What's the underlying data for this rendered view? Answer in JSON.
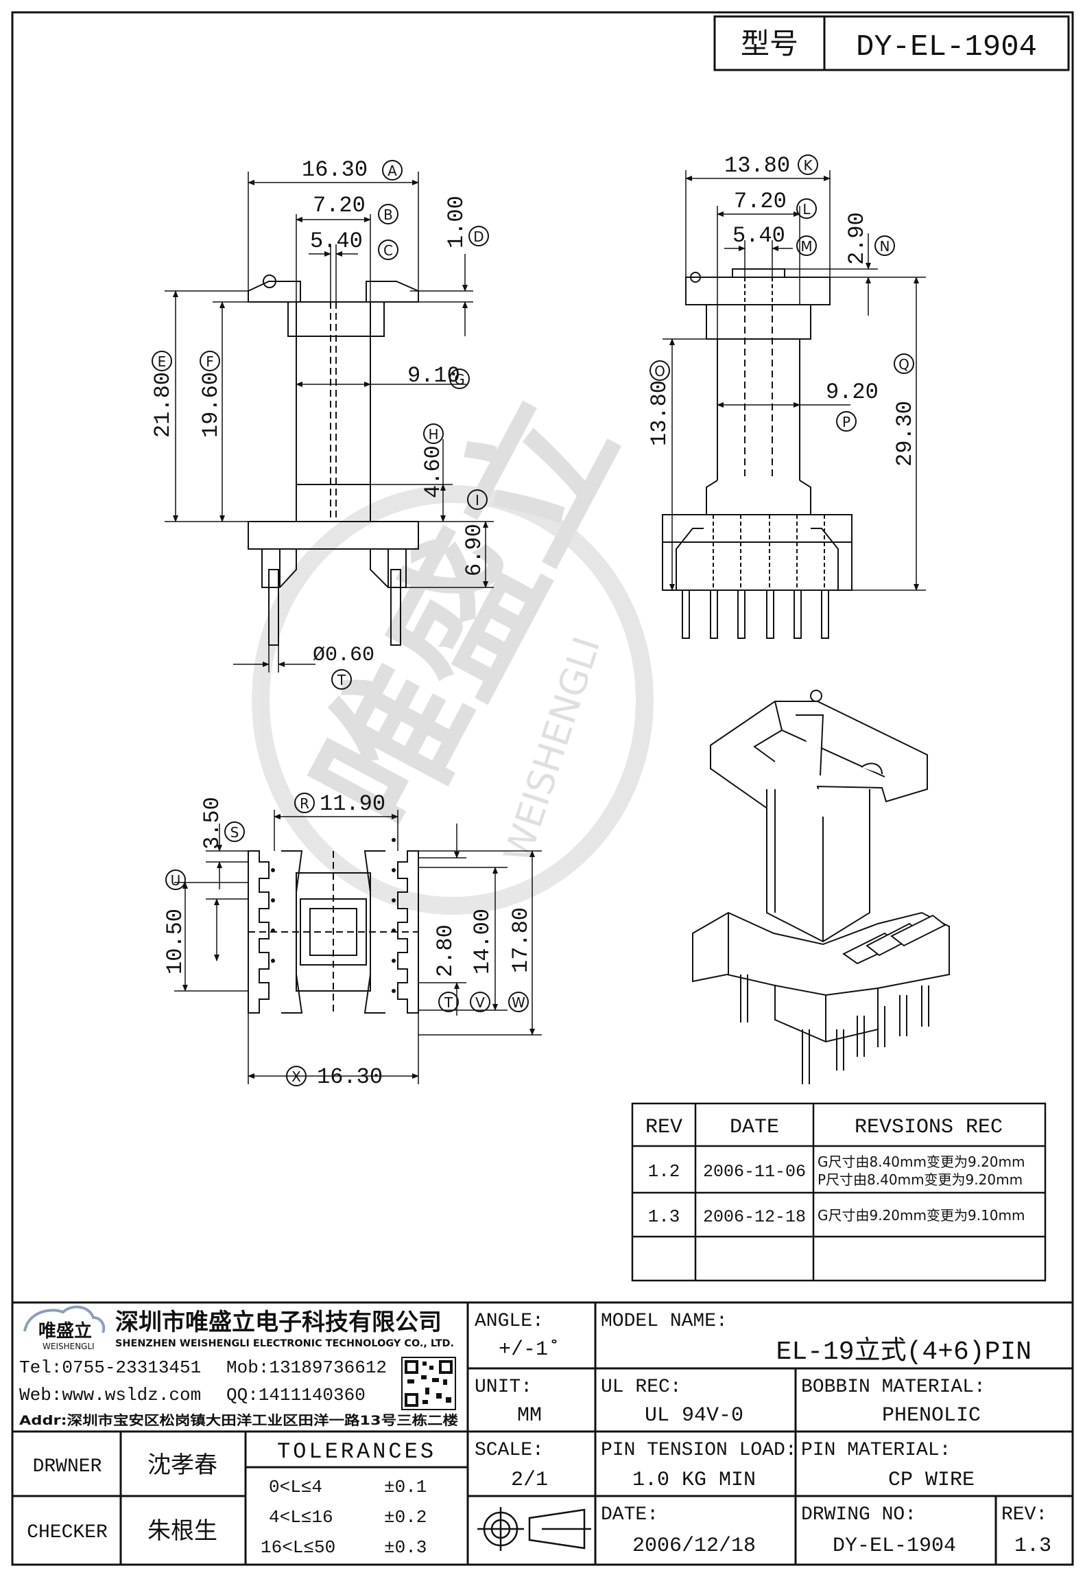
{
  "header": {
    "model_label": "型号",
    "model_value": "DY-EL-1904"
  },
  "dimensions": {
    "A": "16.30",
    "B": "7.20",
    "C": "5.40",
    "D": "1.00",
    "E": "21.80",
    "F": "19.60",
    "G": "9.10",
    "H": "4.60",
    "I": "6.90",
    "T": "Ø0.60",
    "K": "13.80",
    "L": "7.20",
    "M": "5.40",
    "N": "2.90",
    "O": "13.80",
    "P": "9.20",
    "Q": "29.30",
    "R": "11.90",
    "S": "3.50",
    "U": "10.50",
    "TT": "2.80",
    "V": "14.00",
    "W": "17.80",
    "X": "16.30"
  },
  "dimension_letters": [
    "A",
    "B",
    "C",
    "D",
    "E",
    "F",
    "G",
    "H",
    "I",
    "T",
    "K",
    "L",
    "M",
    "N",
    "O",
    "P",
    "Q",
    "R",
    "S",
    "U",
    "T",
    "V",
    "W",
    "X"
  ],
  "watermark": {
    "text_cn": "唯盛立",
    "text_en": "WEISHENGLI"
  },
  "revision_table": {
    "headers": [
      "REV",
      "DATE",
      "REVSIONS REC"
    ],
    "rows": [
      {
        "rev": "1.2",
        "date": "2006-11-06",
        "rec": [
          "G尺寸由8.40mm变更为9.20mm",
          "P尺寸由8.40mm变更为9.20mm"
        ]
      },
      {
        "rev": "1.3",
        "date": "2006-12-18",
        "rec": [
          "G尺寸由9.20mm变更为9.10mm"
        ]
      },
      {
        "rev": "",
        "date": "",
        "rec": [
          ""
        ]
      }
    ]
  },
  "company": {
    "logo_text": "唯盛立",
    "logo_sub": "WEISHENGLI",
    "name_cn": "深圳市唯盛立电子科技有限公司",
    "name_en": "SHENZHEN WEISHENGLI ELECTRONIC TECHNOLOGY CO., LTD.",
    "tel": "Tel:0755-23313451",
    "mob": "Mob:13189736612",
    "web": "Web:www.wsldz.com",
    "qq": "QQ:1411140360",
    "addr": "Addr:深圳市宝安区松岗镇大田洋工业区田洋一路13号三栋二楼"
  },
  "title_block": {
    "angle_label": "ANGLE:",
    "angle_value": "+/-1˚",
    "model_name_label": "MODEL NAME:",
    "model_name_value": "EL-19立式(4+6)PIN",
    "unit_label": "UNIT:",
    "unit_value": "MM",
    "ul_label": "UL REC:",
    "ul_value": "UL 94V-0",
    "bobbin_label": "BOBBIN MATERIAL:",
    "bobbin_value": "PHENOLIC",
    "scale_label": "SCALE:",
    "scale_value": "2/1",
    "pin_tension_label": "PIN TENSION LOAD:",
    "pin_tension_value": "1.0 KG MIN",
    "pin_material_label": "PIN MATERIAL:",
    "pin_material_value": "CP WIRE",
    "date_label": "DATE:",
    "date_value": "2006/12/18",
    "drawing_no_label": "DRWING NO:",
    "drawing_no_value": "DY-EL-1904",
    "rev_label": "REV:",
    "rev_value": "1.3",
    "drawer_label": "DRWNER",
    "drawer_value": "沈孝春",
    "checker_label": "CHECKER",
    "checker_value": "朱根生",
    "tolerances_label": "TOLERANCES",
    "tolerances": [
      {
        "range": "0<L≤4",
        "tol": "±0.1"
      },
      {
        "range": "4<L≤16",
        "tol": "±0.2"
      },
      {
        "range": "16<L≤50",
        "tol": "±0.3"
      }
    ]
  }
}
